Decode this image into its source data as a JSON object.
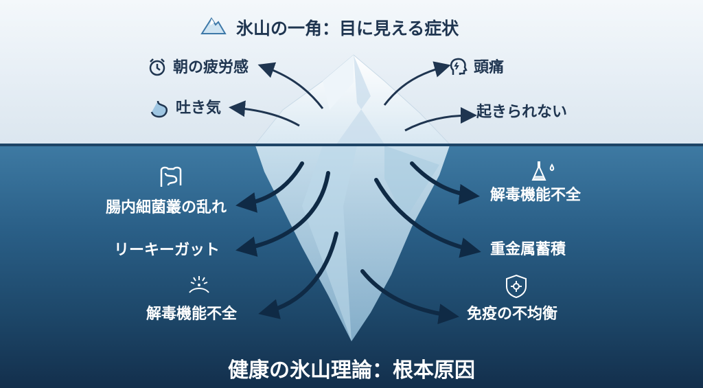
{
  "top_title": "氷山の一角：目に見える症状",
  "bottom_title": "健康の氷山理論：根本原因",
  "symptoms": {
    "left": [
      "朝の疲労感",
      "吐き気"
    ],
    "right": [
      "頭痛",
      "起きられない"
    ]
  },
  "causes": {
    "left": [
      "腸内細菌叢の乱れ",
      "リーキーガット",
      "解毒機能不全"
    ],
    "right": [
      "解毒機能不全",
      "重金属蓄積",
      "免疫の不均衡"
    ]
  },
  "icons": {
    "title": "mountain-icon",
    "fatigue": "alarm-clock-icon",
    "nausea": "stomach-icon",
    "headache": "head-pain-icon",
    "gut": "intestine-icon",
    "leaky": "burst-icon",
    "detox": "flask-icon",
    "immune": "shield-icon"
  },
  "colors": {
    "text_dark": "#1f3550",
    "water": "#2a5f87",
    "ice": "#e8f2f8"
  }
}
